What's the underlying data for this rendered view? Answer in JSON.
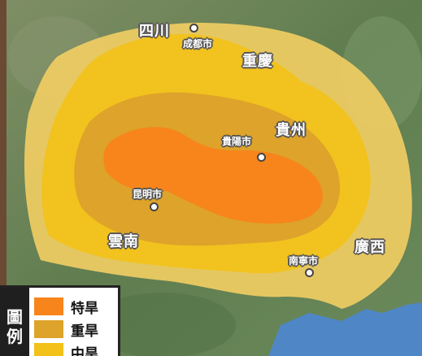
{
  "map": {
    "regions": [
      {
        "name": "四川",
        "kind": "province"
      },
      {
        "name": "重慶",
        "kind": "province"
      },
      {
        "name": "貴州",
        "kind": "province"
      },
      {
        "name": "雲南",
        "kind": "province"
      },
      {
        "name": "廣西",
        "kind": "province"
      }
    ],
    "cities": [
      {
        "name": "成都市"
      },
      {
        "name": "貴陽市"
      },
      {
        "name": "昆明市"
      },
      {
        "name": "南寧市"
      }
    ]
  },
  "legend": {
    "title": [
      "圖",
      "例"
    ],
    "items": [
      {
        "label": "特旱",
        "color": "#f7851c"
      },
      {
        "label": "重旱",
        "color": "#dda32a"
      },
      {
        "label": "中旱",
        "color": "#f2c21a"
      }
    ]
  },
  "colors": {
    "extreme": "#f7851c",
    "severe": "#dda32a",
    "moderate": "#f2c21a",
    "light": "#f0cd63",
    "terrain": "#6f8a5a",
    "sea": "#4f86c6"
  }
}
